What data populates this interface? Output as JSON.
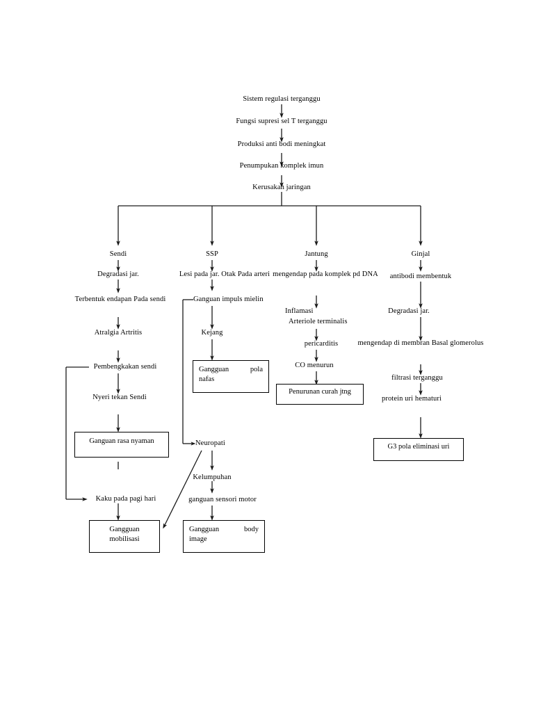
{
  "diagram": {
    "title": "Patofisiologi SLE - Sistem regulasi terganggu",
    "line_color": "#1a1a1a",
    "text_color": "#000000",
    "background": "#ffffff"
  },
  "trunk": {
    "n1": "Sistem regulasi terganggu",
    "n2": "Fungsi supresi sel T terganggu",
    "n3": "Produksi anti bodi meningkat",
    "n4": "Penumpukan komplek imun",
    "n5": "Kerusakan jaringan"
  },
  "branches": {
    "sendi": {
      "head": "Sendi",
      "n1": "Degradasi jar.",
      "n2a": "Terbentuk endapan",
      "n2b": "Pada sendi",
      "n3a": "Atralgia",
      "n3b": "Artritis",
      "n4": "Pembengkakan sendi",
      "n5a": "Nyeri tekan",
      "n5b": "Sendi",
      "box1": "Ganguan rasa nyaman",
      "n6": "Kaku pada pagi hari",
      "box2_l1": "Gangguan",
      "box2_l2": "mobilisasi"
    },
    "ssp": {
      "head": "SSP",
      "n1a": "Lesi pada jar. Otak",
      "n1b": "Pada arteri",
      "n2": "Ganguan impuls mielin",
      "n3": "Kejang",
      "box1_l1": "Gangguan",
      "box1_r1": "pola",
      "box1_l2": "nafas",
      "n4": "Neuropati",
      "n5": "Kelumpuhan",
      "n6": "ganguan sensori motor",
      "box2_l1": "Gangguan",
      "box2_r1": "body",
      "box2_l2": "image"
    },
    "jantung": {
      "head": "Jantung",
      "n1a": "mengendap pada",
      "n1b": "komplek pd DNA",
      "n2a": "Inflamasi",
      "n2b": "Arteriole terminalis",
      "n3": "pericarditis",
      "n4": "CO menurun",
      "box1": "Penurunan curah jtng"
    },
    "ginjal": {
      "head": "Ginjal",
      "n1": "antibodi membentuk",
      "n2": "Degradasi jar.",
      "n3a": "mengendap di membran",
      "n3b": "Basal glomerolus",
      "n4": "filtrasi terganggu",
      "n5a": "protein uri",
      "n5b": "hematuri",
      "box1": "G3 pola eliminasi uri"
    }
  }
}
